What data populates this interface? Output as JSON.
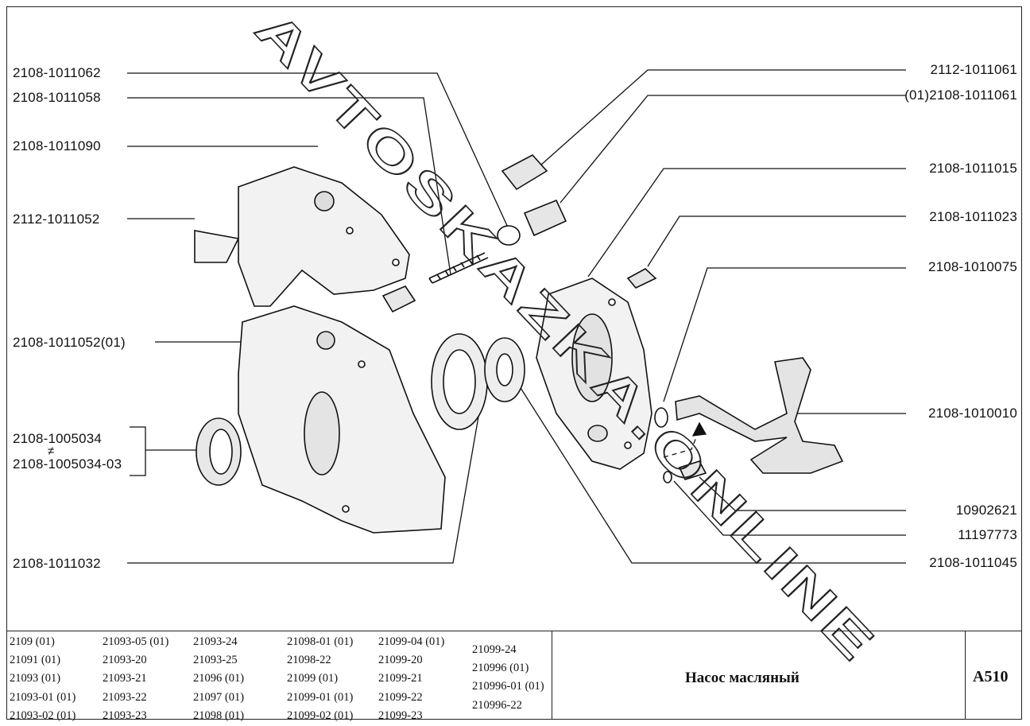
{
  "labels_left": [
    {
      "id": "l1",
      "text": "2108-1011062"
    },
    {
      "id": "l2",
      "text": "2108-1011058"
    },
    {
      "id": "l3",
      "text": "2108-1011090"
    },
    {
      "id": "l4",
      "text": "2112-1011052"
    },
    {
      "id": "l5",
      "text": "2108-1011052(01)"
    },
    {
      "id": "l6",
      "text": "2108-1005034"
    },
    {
      "id": "l7",
      "text": "2108-1005034-03"
    },
    {
      "id": "l8",
      "text": "2108-1011032"
    }
  ],
  "labels_right": [
    {
      "id": "r1",
      "text": "2112-1011061"
    },
    {
      "id": "r2",
      "text": "(01)2108-1011061"
    },
    {
      "id": "r3",
      "text": "2108-1011015"
    },
    {
      "id": "r4",
      "text": "2108-1011023"
    },
    {
      "id": "r5",
      "text": "2108-1010075"
    },
    {
      "id": "r6",
      "text": "2108-1010010"
    },
    {
      "id": "r7",
      "text": "10902621"
    },
    {
      "id": "r8",
      "text": "11197773"
    },
    {
      "id": "r9",
      "text": "2108-1011045"
    }
  ],
  "alt_symbol": "≠",
  "watermark": "AVTOSKAZKA.ONLINE",
  "models": [
    [
      "2109 (01)",
      "21091 (01)",
      "21093 (01)",
      "21093-01 (01)",
      "21093-02 (01)"
    ],
    [
      "21093-05 (01)",
      "21093-20",
      "21093-21",
      "21093-22",
      "21093-23"
    ],
    [
      "21093-24",
      "21093-25",
      "21096 (01)",
      "21097 (01)",
      "21098 (01)"
    ],
    [
      "21098-01 (01)",
      "21098-22",
      "21099 (01)",
      "21099-01 (01)",
      "21099-02 (01)"
    ],
    [
      "21099-04 (01)",
      "21099-20",
      "21099-21",
      "21099-22",
      "21099-23"
    ],
    [
      "21099-24",
      "210996 (01)",
      "210996-01 (01)",
      "210996-22"
    ]
  ],
  "title": "Насос масляный",
  "code": "A510"
}
